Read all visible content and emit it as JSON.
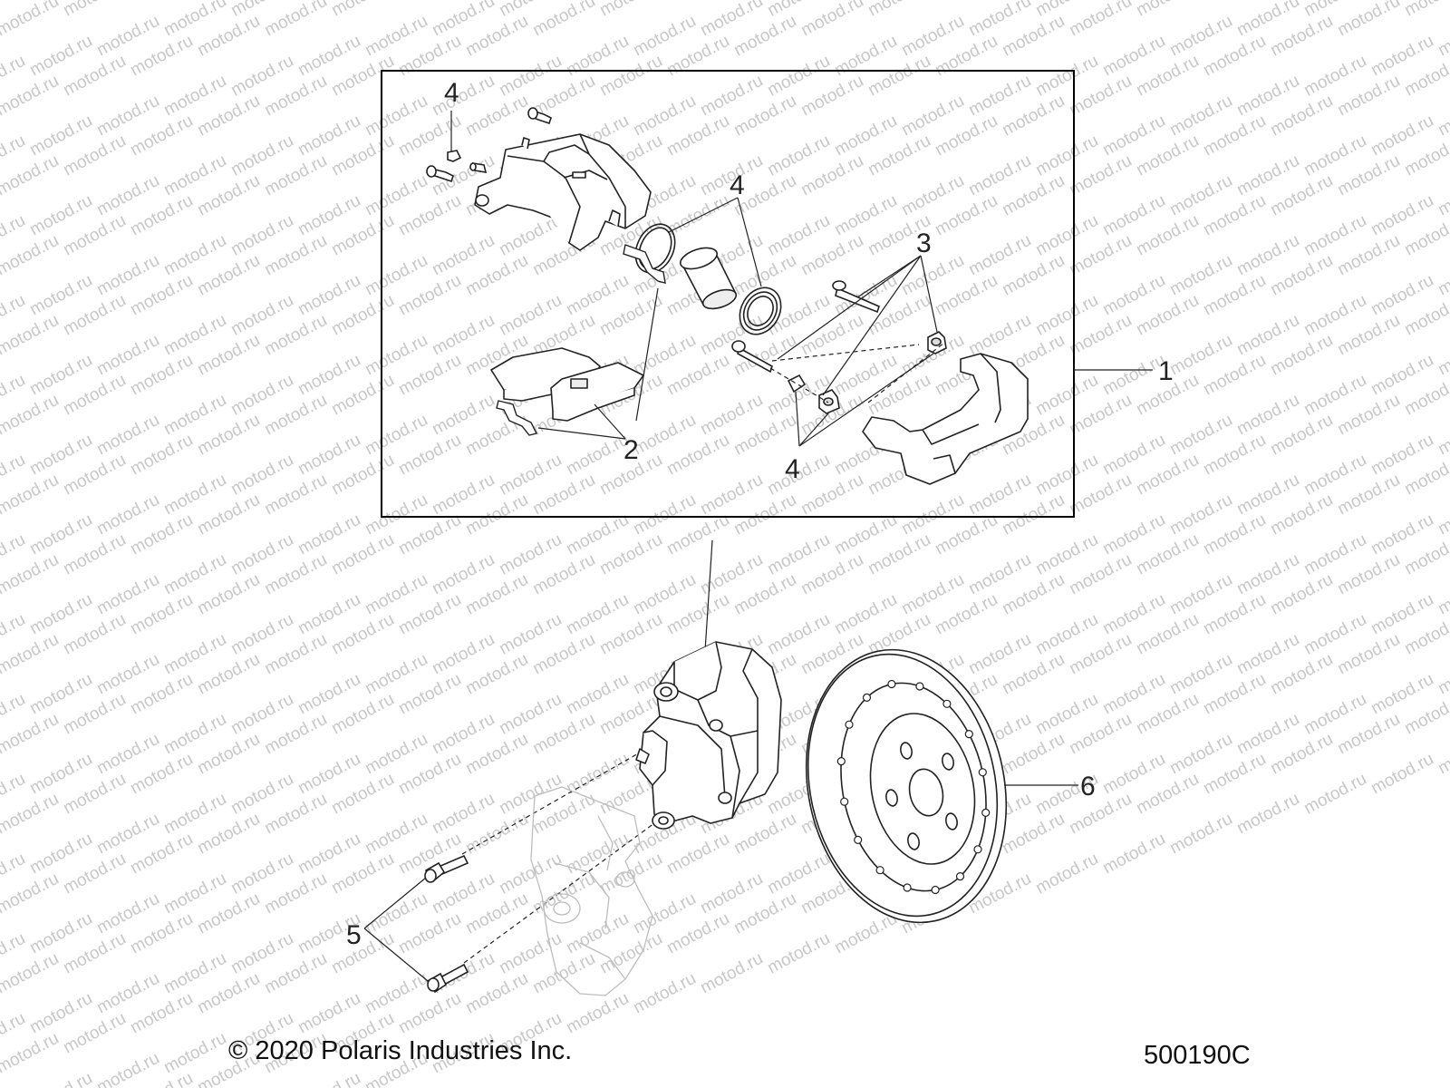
{
  "watermark": {
    "text": "motod.ru",
    "color": "#c8c8c8"
  },
  "callouts": {
    "c1": "1",
    "c2": "2",
    "c3": "3",
    "c4a": "4",
    "c4b": "4",
    "c4c": "4",
    "c5": "5",
    "c6": "6"
  },
  "footer": {
    "copyright": "© 2020 Polaris Industries Inc.",
    "diagram_number": "500190C"
  },
  "colors": {
    "line": "#222222",
    "box": "#000000"
  }
}
